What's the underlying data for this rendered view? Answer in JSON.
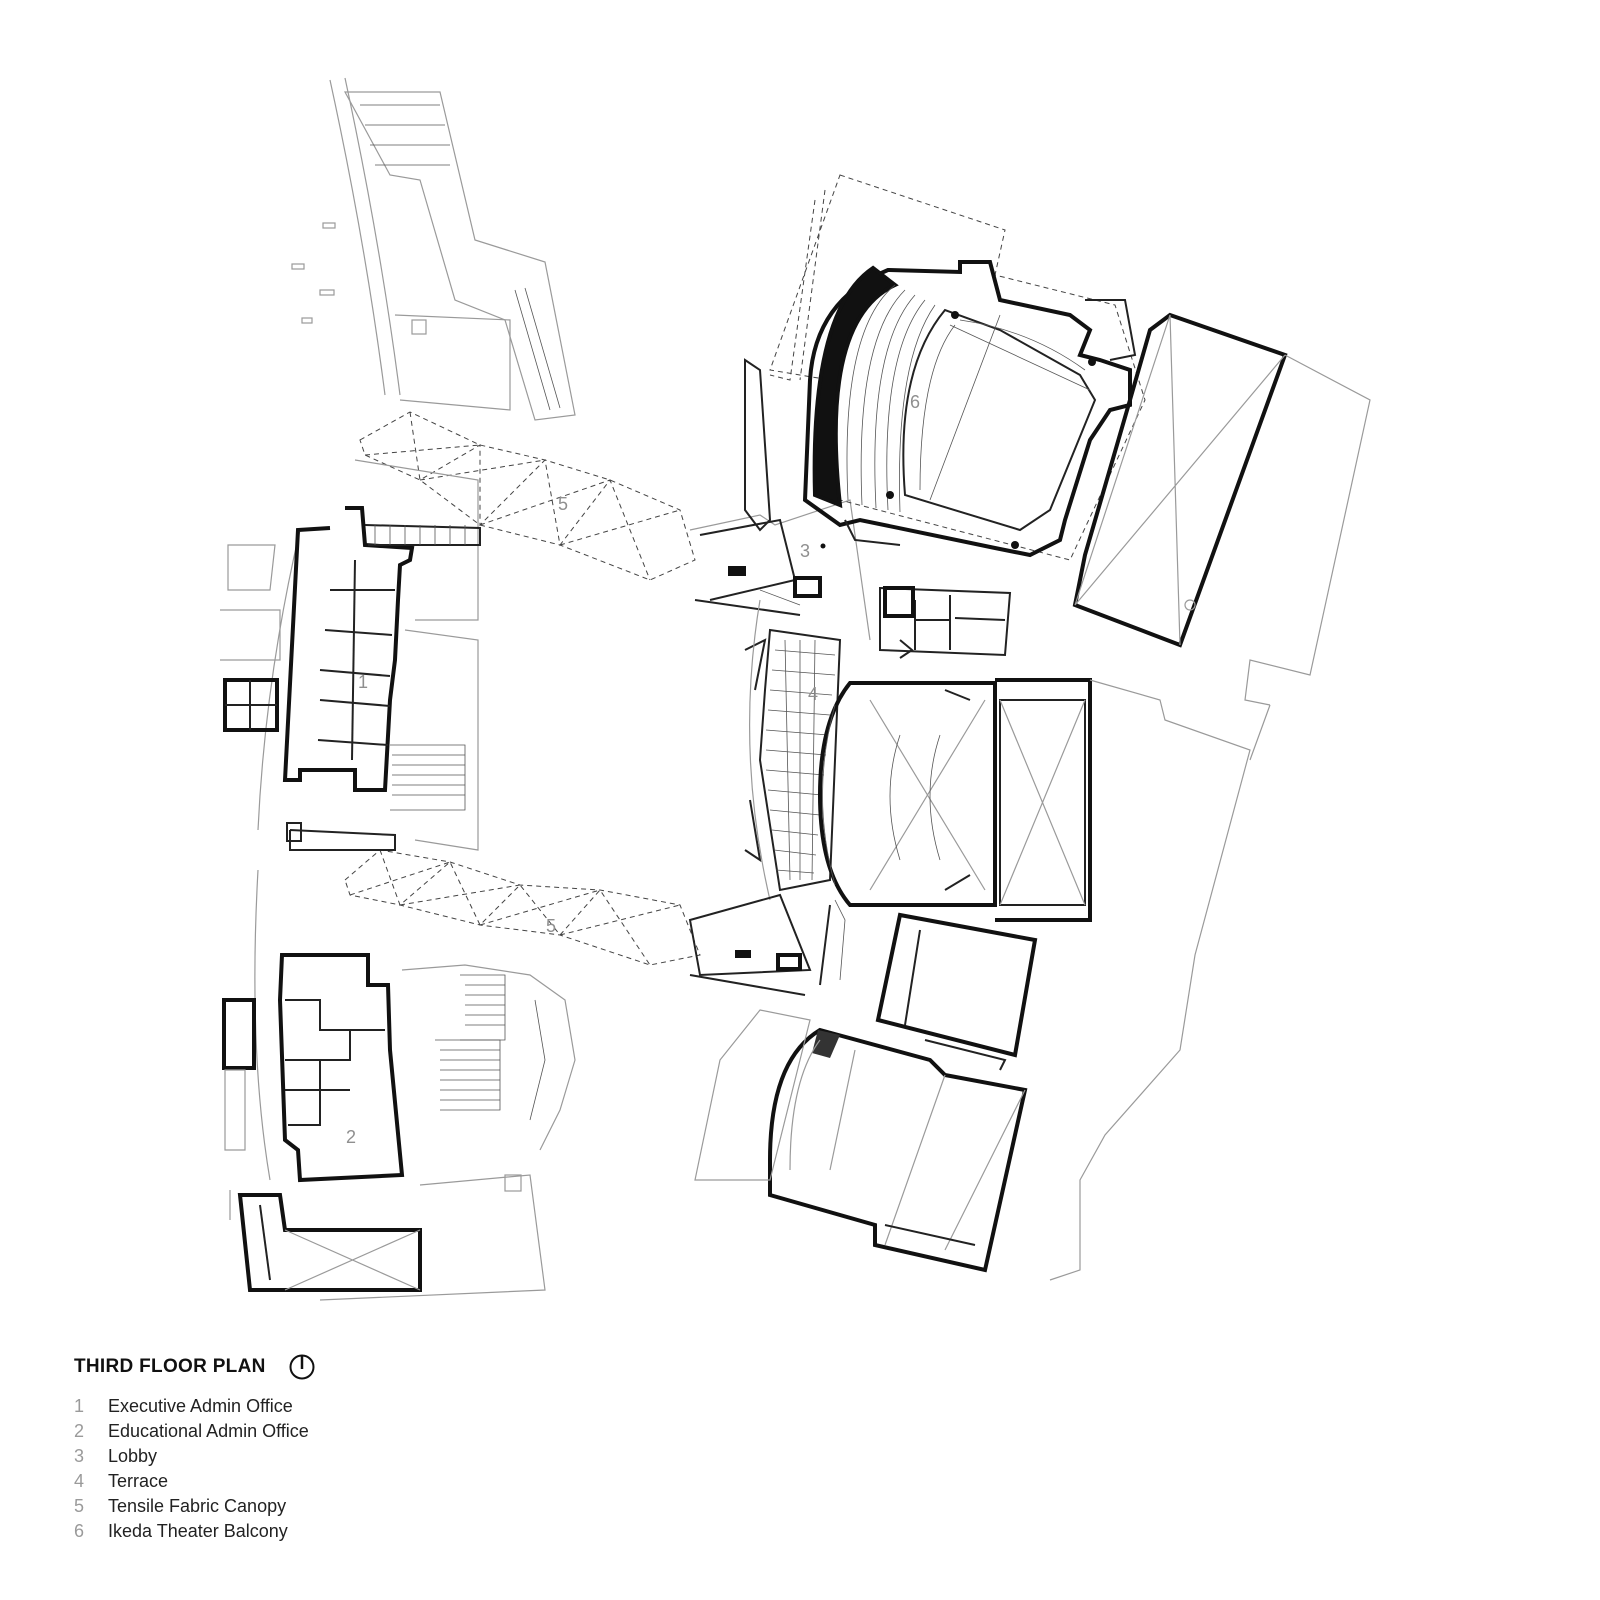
{
  "plan": {
    "zone_labels": [
      "1",
      "2",
      "3",
      "4",
      "5",
      "5",
      "6"
    ]
  },
  "legend": {
    "title": "THIRD FLOOR PLAN",
    "north_icon": "north-arrow-icon",
    "items": [
      {
        "num": "1",
        "label": "Executive Admin Office"
      },
      {
        "num": "2",
        "label": "Educational Admin Office"
      },
      {
        "num": "3",
        "label": "Lobby"
      },
      {
        "num": "4",
        "label": "Terrace"
      },
      {
        "num": "5",
        "label": "Tensile Fabric Canopy"
      },
      {
        "num": "6",
        "label": "Ikeda Theater Balcony"
      }
    ]
  }
}
